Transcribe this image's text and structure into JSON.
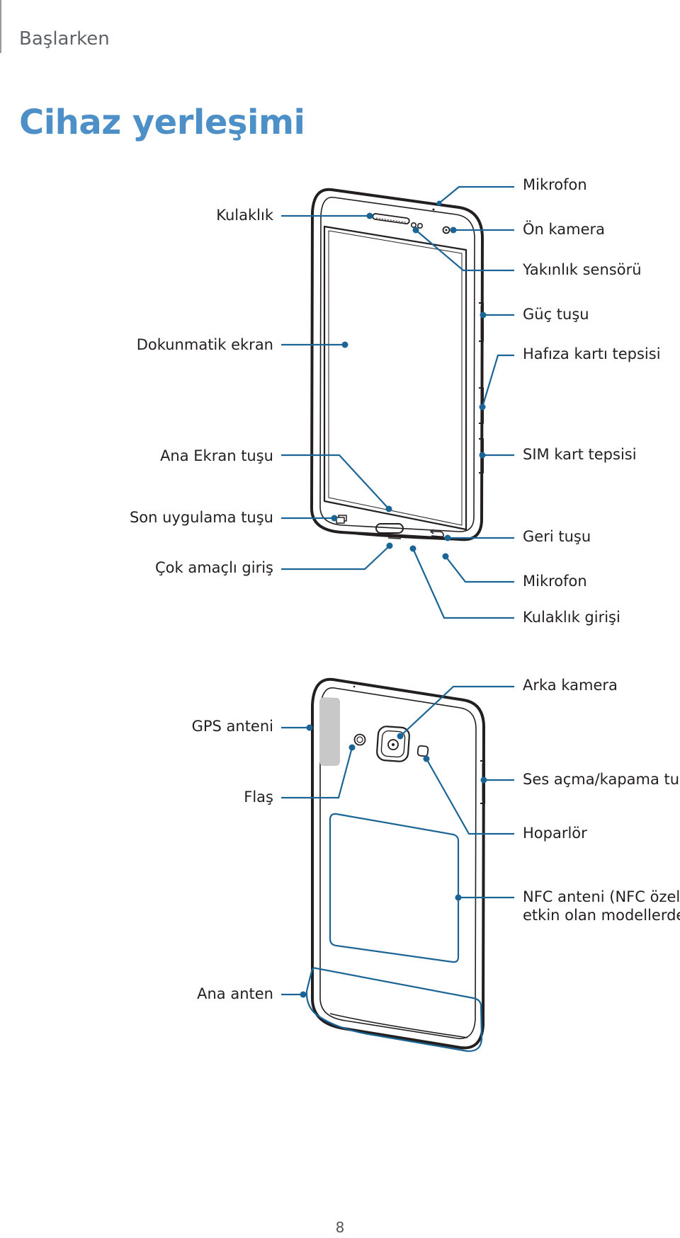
{
  "header": {
    "section": "Başlarken",
    "title": "Cihaz yerleşimi"
  },
  "front_labels": {
    "mikrofon_top": "Mikrofon",
    "kulaklik": "Kulaklık",
    "on_kamera": "Ön kamera",
    "yakinlik": "Yakınlık sensörü",
    "guc": "Güç tuşu",
    "dokunmatik": "Dokunmatik ekran",
    "hafiza": "Hafıza kartı tepsisi",
    "ana_ekran": "Ana Ekran tuşu",
    "sim": "SIM kart tepsisi",
    "son_uygulama": "Son uygulama tuşu",
    "geri": "Geri tuşu",
    "cok_amacli": "Çok amaçlı giriş",
    "mikrofon_bottom": "Mikrofon",
    "kulaklik_girisi": "Kulaklık girişi"
  },
  "back_labels": {
    "arka_kamera": "Arka kamera",
    "gps": "GPS anteni",
    "flas": "Flaş",
    "ses": "Ses açma/kapama tuşu",
    "hoparlor": "Hoparlör",
    "nfc_line1": "NFC anteni (NFC özelliği",
    "nfc_line2": "etkin olan modellerde)",
    "ana_anten": "Ana anten"
  },
  "page_number": "8",
  "colors": {
    "title": "#4d8fc7",
    "callout": "#1a6496",
    "outline": "#231f20",
    "gps_area": "#c8c8c8"
  }
}
